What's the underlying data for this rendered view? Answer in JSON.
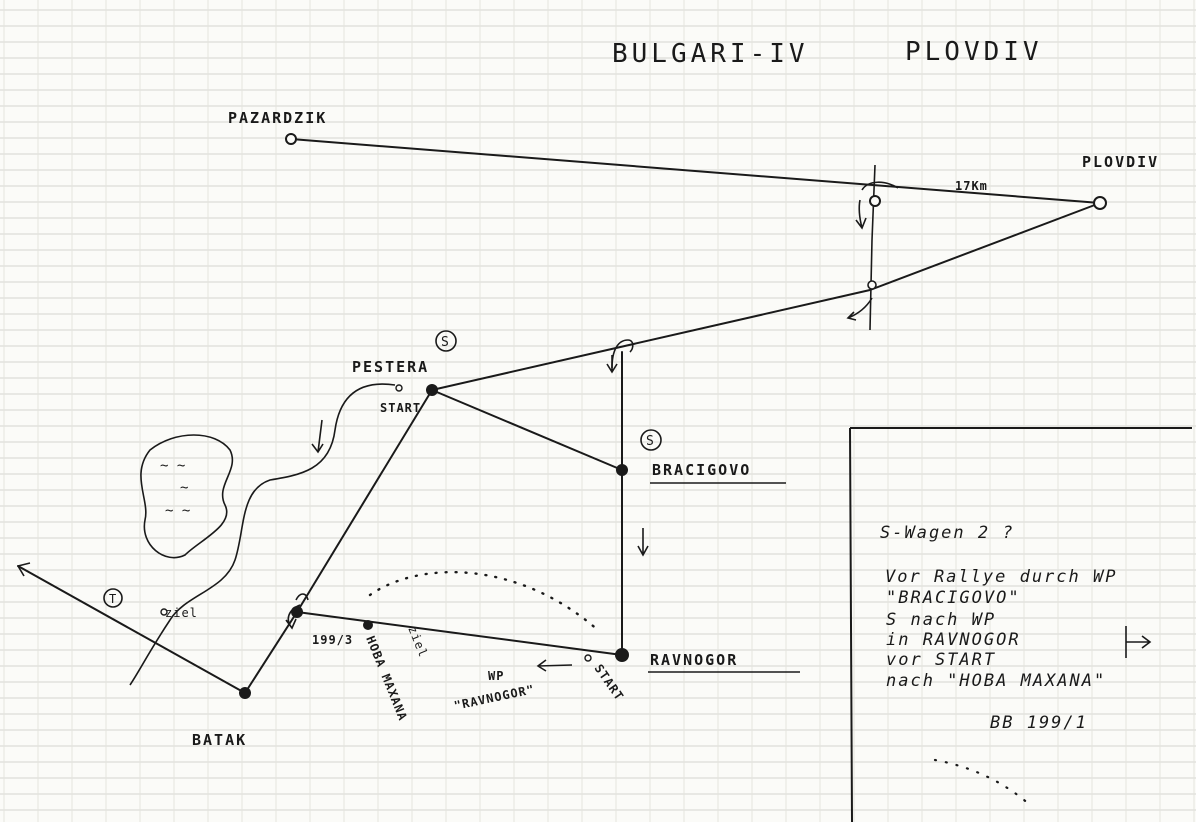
{
  "title": {
    "series": "BULGARI-IV",
    "city": "PLOVDIV"
  },
  "places": {
    "pazardzik": "PAZARDZIK",
    "plovdiv": "PLOVDIV",
    "pestera": "PESTERA",
    "bracigovo": "BRACIGOVO",
    "ravnogor": "RAVNOGOR",
    "batak": "BATAK"
  },
  "labels": {
    "distance": "17Km",
    "start_pestera": "START",
    "ziel_left": "ziel",
    "km_marker": "199/3",
    "hoba_maxana": "HOBA MAXANA",
    "ziel_mid": "ziel",
    "wp_ravnogor": "WP",
    "wp_ravnogor_2": "\"RAVNOGOR\"",
    "start_ravnogor": "START",
    "s_marker": "S",
    "t_marker": "T"
  },
  "notes": {
    "heading": "S-Wagen 2 ?",
    "lines": [
      "Vor Rallye durch WP",
      "\"BRACIGOVO\"",
      "S nach WP",
      "in RAVNOGOR",
      "vor START",
      "nach \"HOBA MAXANA\""
    ],
    "reference": "BB 199/1"
  }
}
